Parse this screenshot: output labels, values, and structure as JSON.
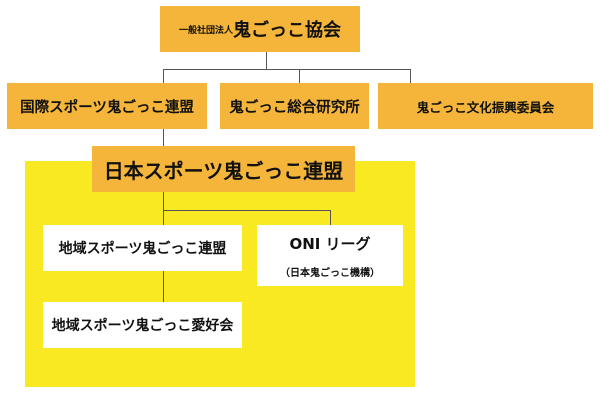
{
  "root": {
    "prefix": "一般社団法人",
    "name": "鬼ごっこ協会"
  },
  "level2": [
    {
      "label": "国際スポーツ鬼ごっこ連盟"
    },
    {
      "label": "鬼ごっこ総合研究所"
    },
    {
      "label": "鬼ごっこ文化振興委員会"
    }
  ],
  "japan": {
    "label": "日本スポーツ鬼ごっこ連盟"
  },
  "regional_league": {
    "label": "地域スポーツ鬼ごっこ連盟"
  },
  "oni_league": {
    "label": "ONI リーグ",
    "sub": "（日本鬼ごっこ機構）"
  },
  "regional_club": {
    "label": "地域スポーツ鬼ごっこ愛好会"
  },
  "colors": {
    "orange": "#f5b43a",
    "yellow": "#f9e922",
    "line": "#555555"
  }
}
